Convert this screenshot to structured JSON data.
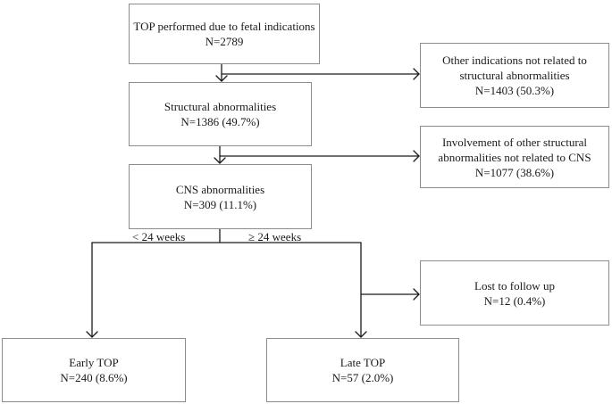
{
  "top": {
    "line1": "TOP performed due to fetal indications",
    "line2": "N=2789"
  },
  "other_ind": {
    "line1": "Other indications not related to",
    "line2": "structural abnormalities",
    "line3": "N=1403 (50.3%)"
  },
  "structural": {
    "line1": "Structural abnormalities",
    "line2": "N=1386 (49.7%)"
  },
  "involvement": {
    "line1": "Involvement of other structural",
    "line2": "abnormalities not related to CNS",
    "line3": "N=1077 (38.6%)"
  },
  "cns": {
    "line1": "CNS abnormalities",
    "line2": "N=309 (11.1%)"
  },
  "branch_labels": {
    "lt24": "< 24 weeks",
    "ge24": "≥ 24 weeks"
  },
  "lost": {
    "line1": "Lost to follow up",
    "line2": "N=12 (0.4%)"
  },
  "early": {
    "line1": "Early TOP",
    "line2": "N=240 (8.6%)"
  },
  "late": {
    "line1": "Late TOP",
    "line2": "N=57 (2.0%)"
  }
}
